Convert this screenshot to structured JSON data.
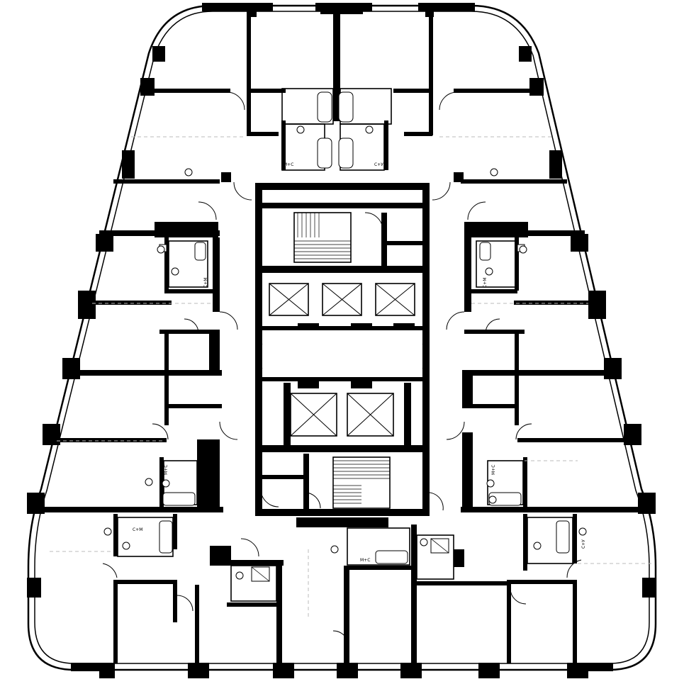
{
  "plan": {
    "labels": {
      "washer_dryer": "С+М",
      "washer_dryer_alt": "М+С",
      "washer_dryer_alt2": "С+У"
    }
  }
}
